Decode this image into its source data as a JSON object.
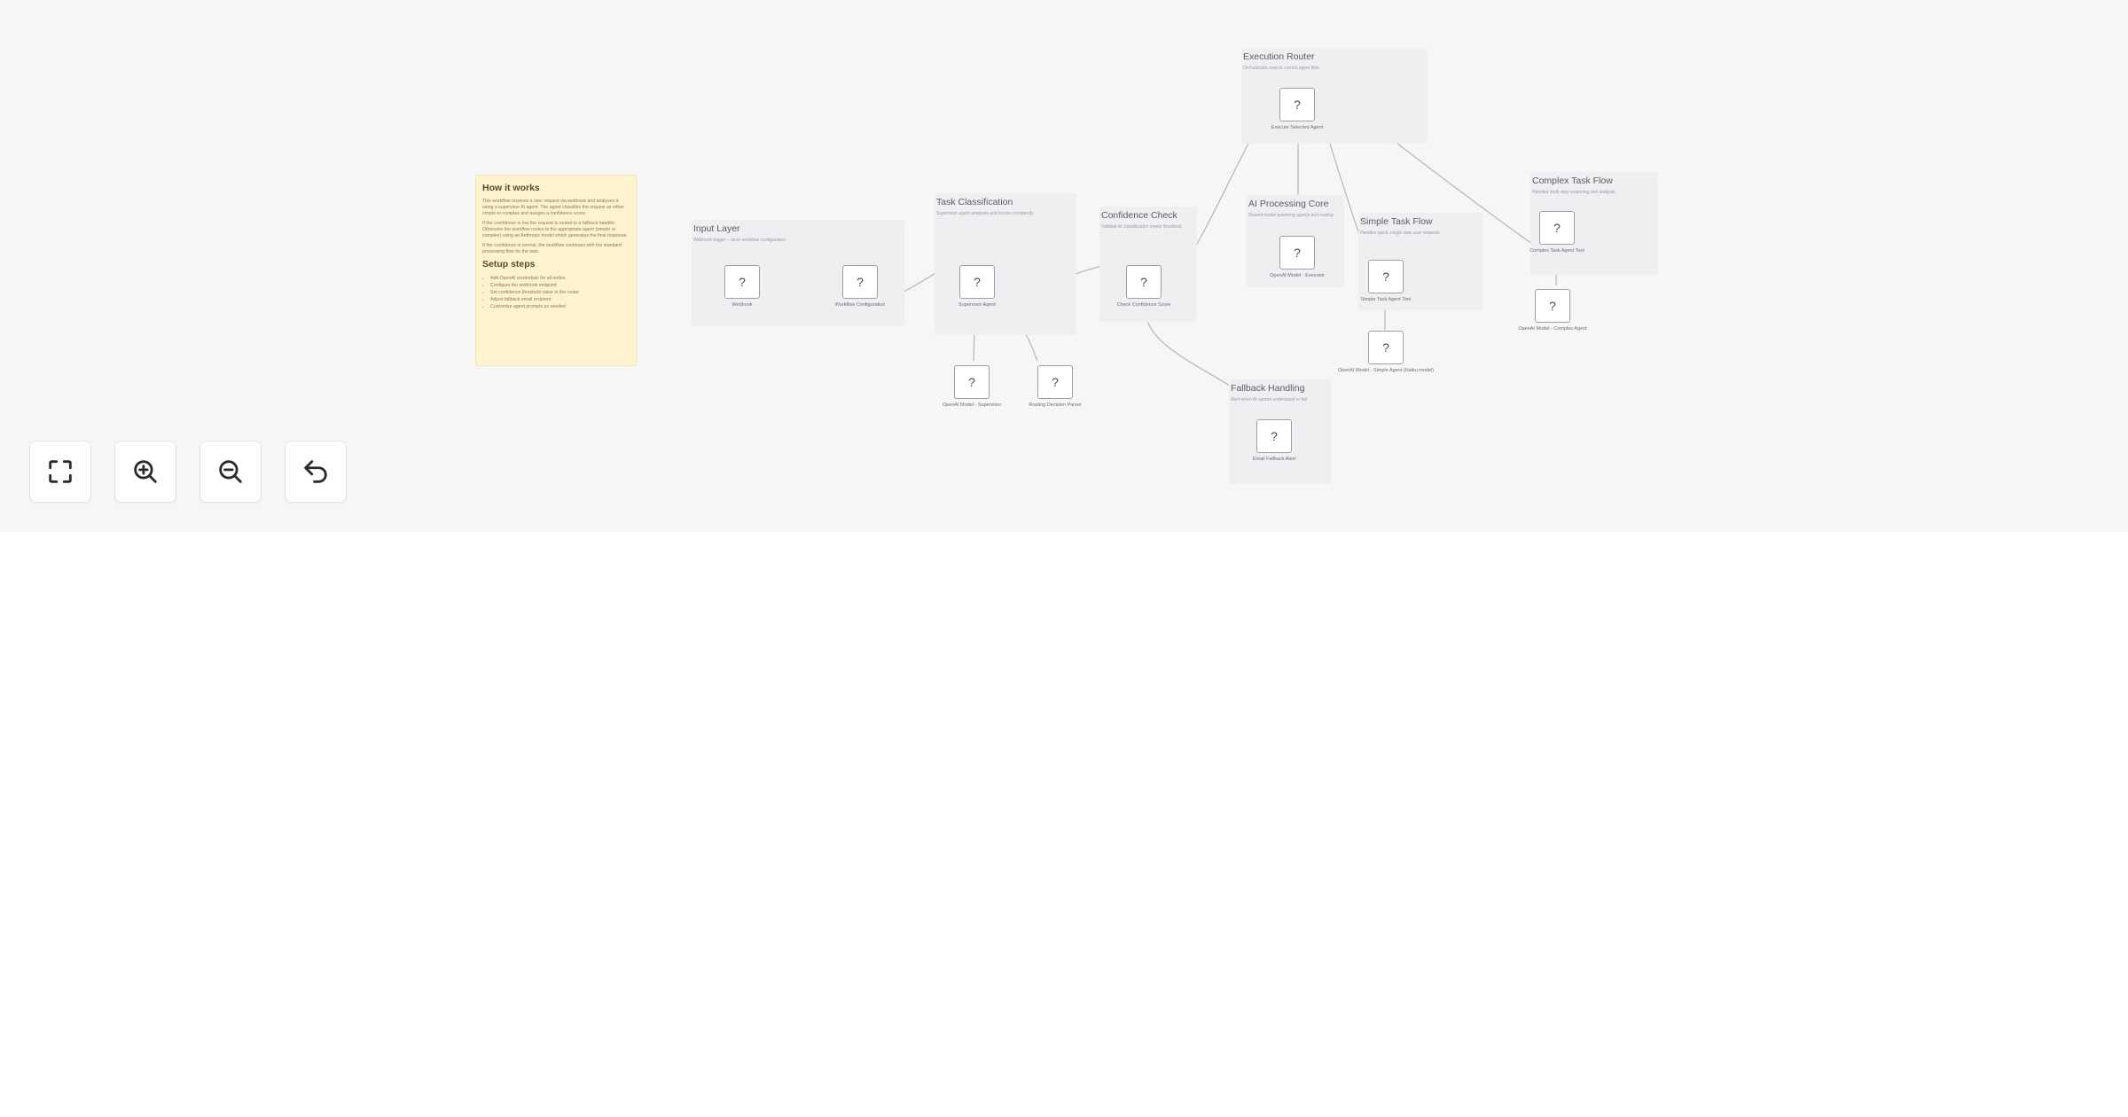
{
  "sticky_note": {
    "title": "How it works",
    "paragraphs": [
      "This workflow receives a user request via webhook and analyses it using a supervisor AI agent. The agent classifies the request as either simple or complex and assigns a confidence score.",
      "If the confidence is low the request is routed to a fallback handler. Otherwise the workflow routes to the appropriate agent (simple or complex) using an Anthropic model which generates the final response.",
      "If the confidence is normal, the workflow continues with the standard processing flow for the task."
    ],
    "steps_title": "Setup steps",
    "steps": [
      "Add OpenAI credentials for all nodes",
      "Configure the webhook endpoint",
      "Set confidence threshold value in the router",
      "Adjust fallback email recipient",
      "Customise agent prompts as needed"
    ]
  },
  "groups": [
    {
      "id": "input",
      "title": "Input Layer",
      "desc": "Webhook trigger – store workflow configuration"
    },
    {
      "id": "classification",
      "title": "Task Classification",
      "desc": "Supervisor agent analyses and scores complexity"
    },
    {
      "id": "confidence",
      "title": "Confidence Check",
      "desc": "Validate AI classification meets threshold"
    },
    {
      "id": "router",
      "title": "Execution Router",
      "desc": "Orchestrator selects correct agent flow"
    },
    {
      "id": "core",
      "title": "AI Processing Core",
      "desc": "Shared model powering agents and routing"
    },
    {
      "id": "simple",
      "title": "Simple Task Flow",
      "desc": "Handles quick, single step user requests"
    },
    {
      "id": "complex",
      "title": "Complex Task Flow",
      "desc": "Handles multi step reasoning and analysis"
    },
    {
      "id": "fallback",
      "title": "Fallback Handling",
      "desc": "Alert when AI cannot understand or fail"
    }
  ],
  "nodes": [
    {
      "id": "webhook",
      "label": "Webhook",
      "icon": "?"
    },
    {
      "id": "workflow-config",
      "label": "Workflow Configuration",
      "icon": "?"
    },
    {
      "id": "supervisor-agent",
      "label": "Supervisor Agent",
      "icon": "?"
    },
    {
      "id": "openai-supervisor",
      "label": "OpenAI Model - Supervisor",
      "icon": "?"
    },
    {
      "id": "routing-parser",
      "label": "Routing Decision Parser",
      "icon": "?"
    },
    {
      "id": "check-confidence",
      "label": "Check Confidence Score",
      "icon": "?"
    },
    {
      "id": "execution-agent",
      "label": "Execute Selected Agent",
      "icon": "?"
    },
    {
      "id": "openai-executor",
      "label": "OpenAI Model - Executor",
      "icon": "?"
    },
    {
      "id": "simple-agent",
      "label": "Simple Task Agent Tool",
      "icon": "?"
    },
    {
      "id": "openai-simple",
      "label": "OpenAI Model - Simple Agent (Haiku model)",
      "icon": "?"
    },
    {
      "id": "complex-agent",
      "label": "Complex Task Agent Tool",
      "icon": "?"
    },
    {
      "id": "openai-complex",
      "label": "OpenAI Model - Complex Agent",
      "icon": "?"
    },
    {
      "id": "fallback-alert",
      "label": "Email Fallback Alert",
      "icon": "?"
    }
  ],
  "controls": [
    {
      "id": "fit-view",
      "icon": "expand-icon",
      "label": "Fit view"
    },
    {
      "id": "zoom-in",
      "icon": "zoom-in-icon",
      "label": "Zoom in"
    },
    {
      "id": "zoom-out",
      "icon": "zoom-out-icon",
      "label": "Zoom out"
    },
    {
      "id": "undo",
      "icon": "undo-icon",
      "label": "Undo"
    }
  ],
  "colors": {
    "canvas_bg": "#f6f6f7",
    "sticky_bg": "#fff3cf",
    "group_bg": "#efeff1",
    "node_border": "#9e9ea6",
    "edge": "#b5b5bb"
  }
}
